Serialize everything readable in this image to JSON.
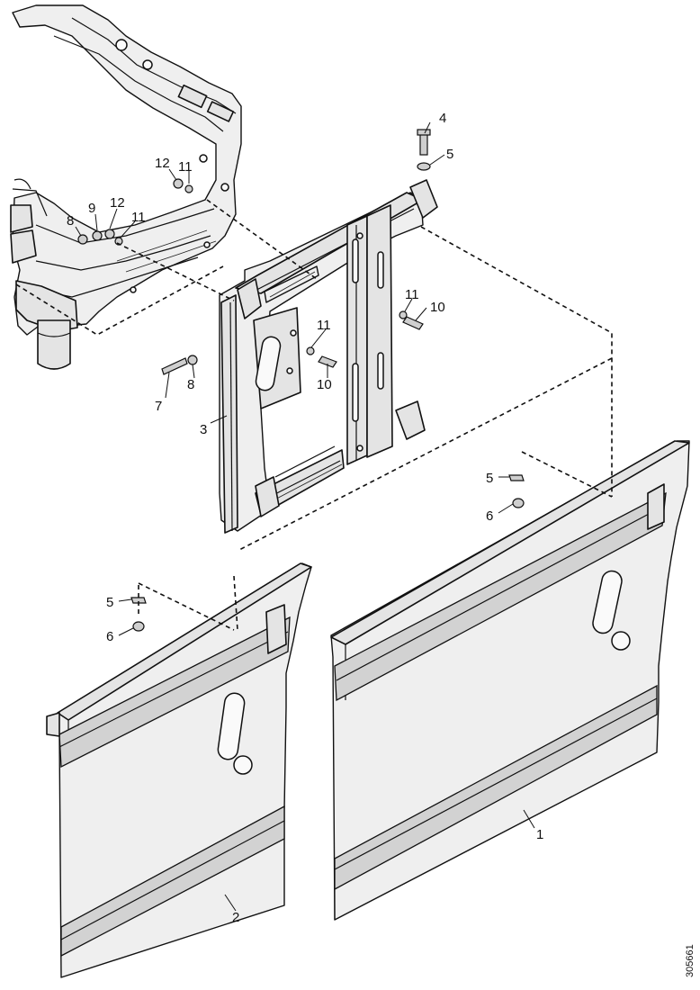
{
  "diagram": {
    "reference_number": "305661",
    "callouts": {
      "p1": "1",
      "p2": "2",
      "p3": "3",
      "p4": "4",
      "p5a": "5",
      "p5b": "5",
      "p5c": "5",
      "p6a": "6",
      "p6b": "6",
      "p7": "7",
      "p8a": "8",
      "p8b": "8",
      "p9": "9",
      "p10a": "10",
      "p10b": "10",
      "p11a": "11",
      "p11b": "11",
      "p11c": "11",
      "p11d": "11",
      "p12a": "12",
      "p12b": "12"
    }
  }
}
